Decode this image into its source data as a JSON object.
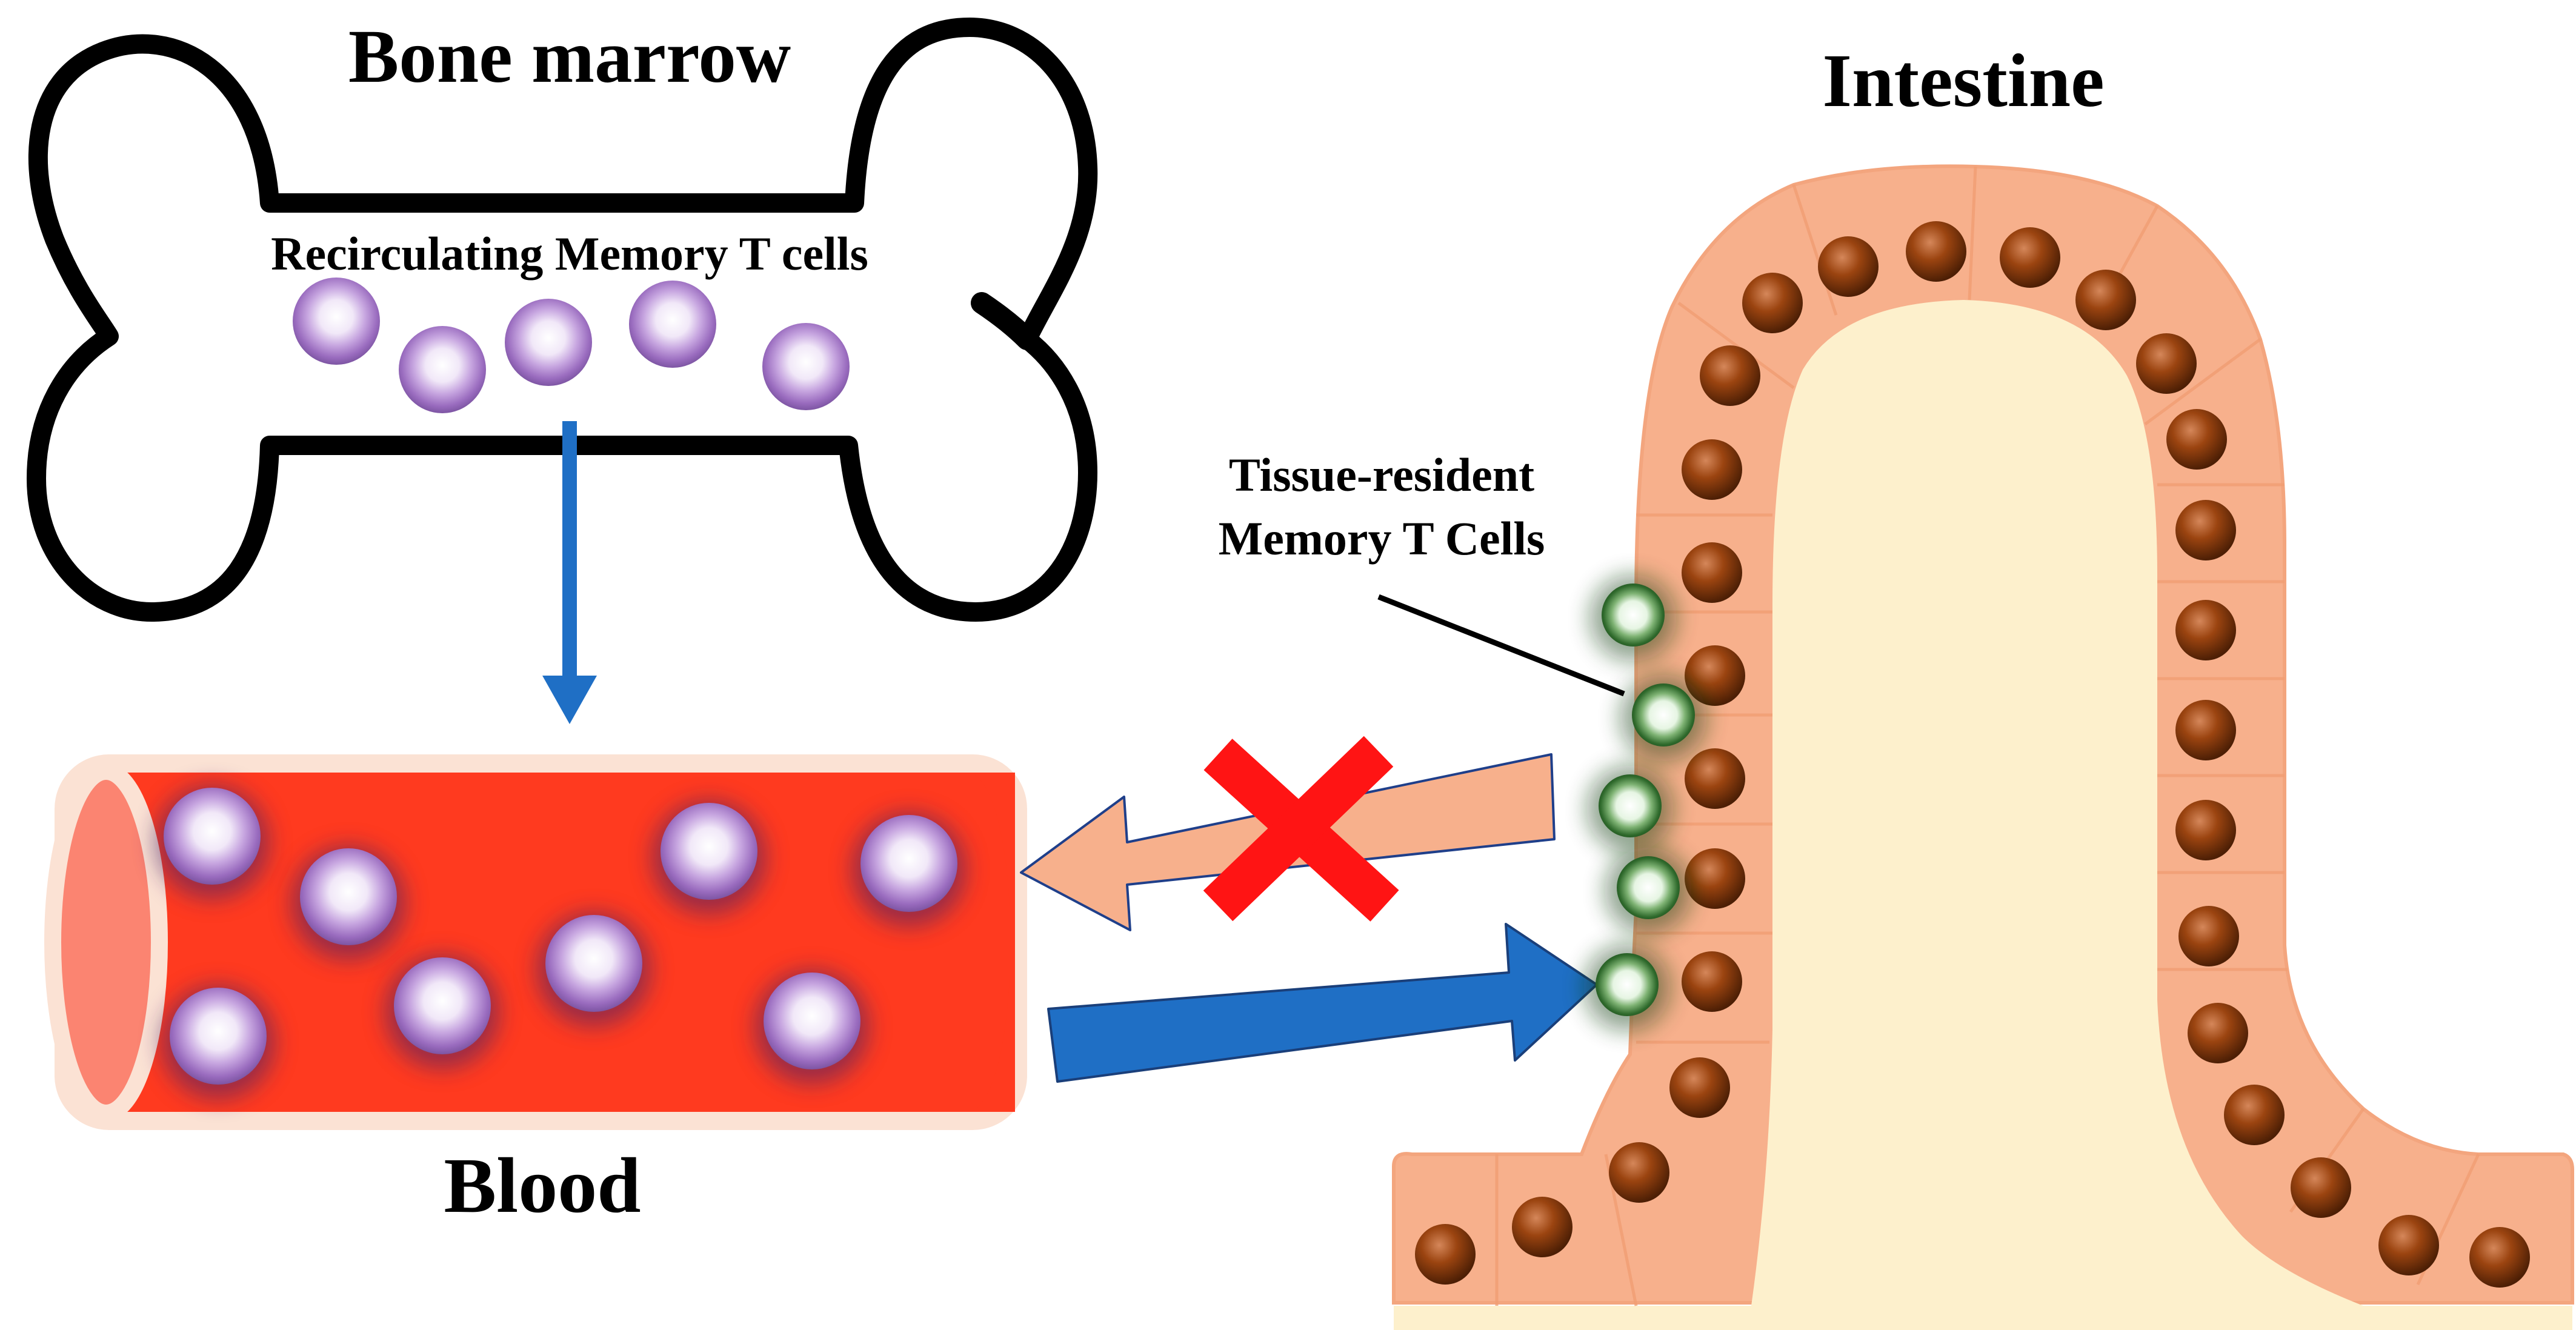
{
  "labels": {
    "bone_marrow": "Bone marrow",
    "recirculating": "Recirculating Memory T cells",
    "blood": "Blood",
    "intestine": "Intestine",
    "trm_line1": "Tissue-resident",
    "trm_line2": "Memory T Cells"
  },
  "colors": {
    "bone_outline": "#000000",
    "blood_vessel": "#ff3a1f",
    "vessel_rim": "#fbe2d4",
    "vessel_end": "#fb8471",
    "memory_cell": "#a97ac9",
    "trm_cell": "#3f7a3a",
    "epithelium": "#f7b08c",
    "lamina_propria": "#fdf0cc",
    "nucleus": "#8c3b0c",
    "blue_arrow": "#1f6fc5",
    "peach_arrow": "#f7b08c",
    "cross": "#ff1414"
  },
  "icons": {
    "bone": "bone-shape",
    "vessel": "blood-vessel-cylinder",
    "blocked": "red-x-icon"
  }
}
